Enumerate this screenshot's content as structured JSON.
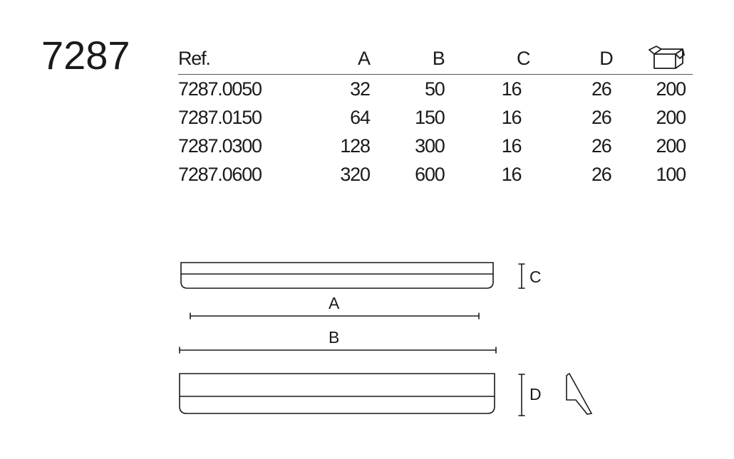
{
  "model": "7287",
  "table": {
    "headers": {
      "ref": "Ref.",
      "a": "A",
      "b": "B",
      "c": "C",
      "d": "D",
      "box_icon": "box-icon"
    },
    "rows": [
      {
        "ref": "7287.0050",
        "a": "32",
        "b": "50",
        "c": "16",
        "d": "26",
        "qty": "200"
      },
      {
        "ref": "7287.0150",
        "a": "64",
        "b": "150",
        "c": "16",
        "d": "26",
        "qty": "200"
      },
      {
        "ref": "7287.0300",
        "a": "128",
        "b": "300",
        "c": "16",
        "d": "26",
        "qty": "200"
      },
      {
        "ref": "7287.0600",
        "a": "320",
        "b": "600",
        "c": "16",
        "d": "26",
        "qty": "100"
      }
    ]
  },
  "drawing": {
    "label_a": "A",
    "label_b": "B",
    "label_c": "C",
    "label_d": "D"
  }
}
